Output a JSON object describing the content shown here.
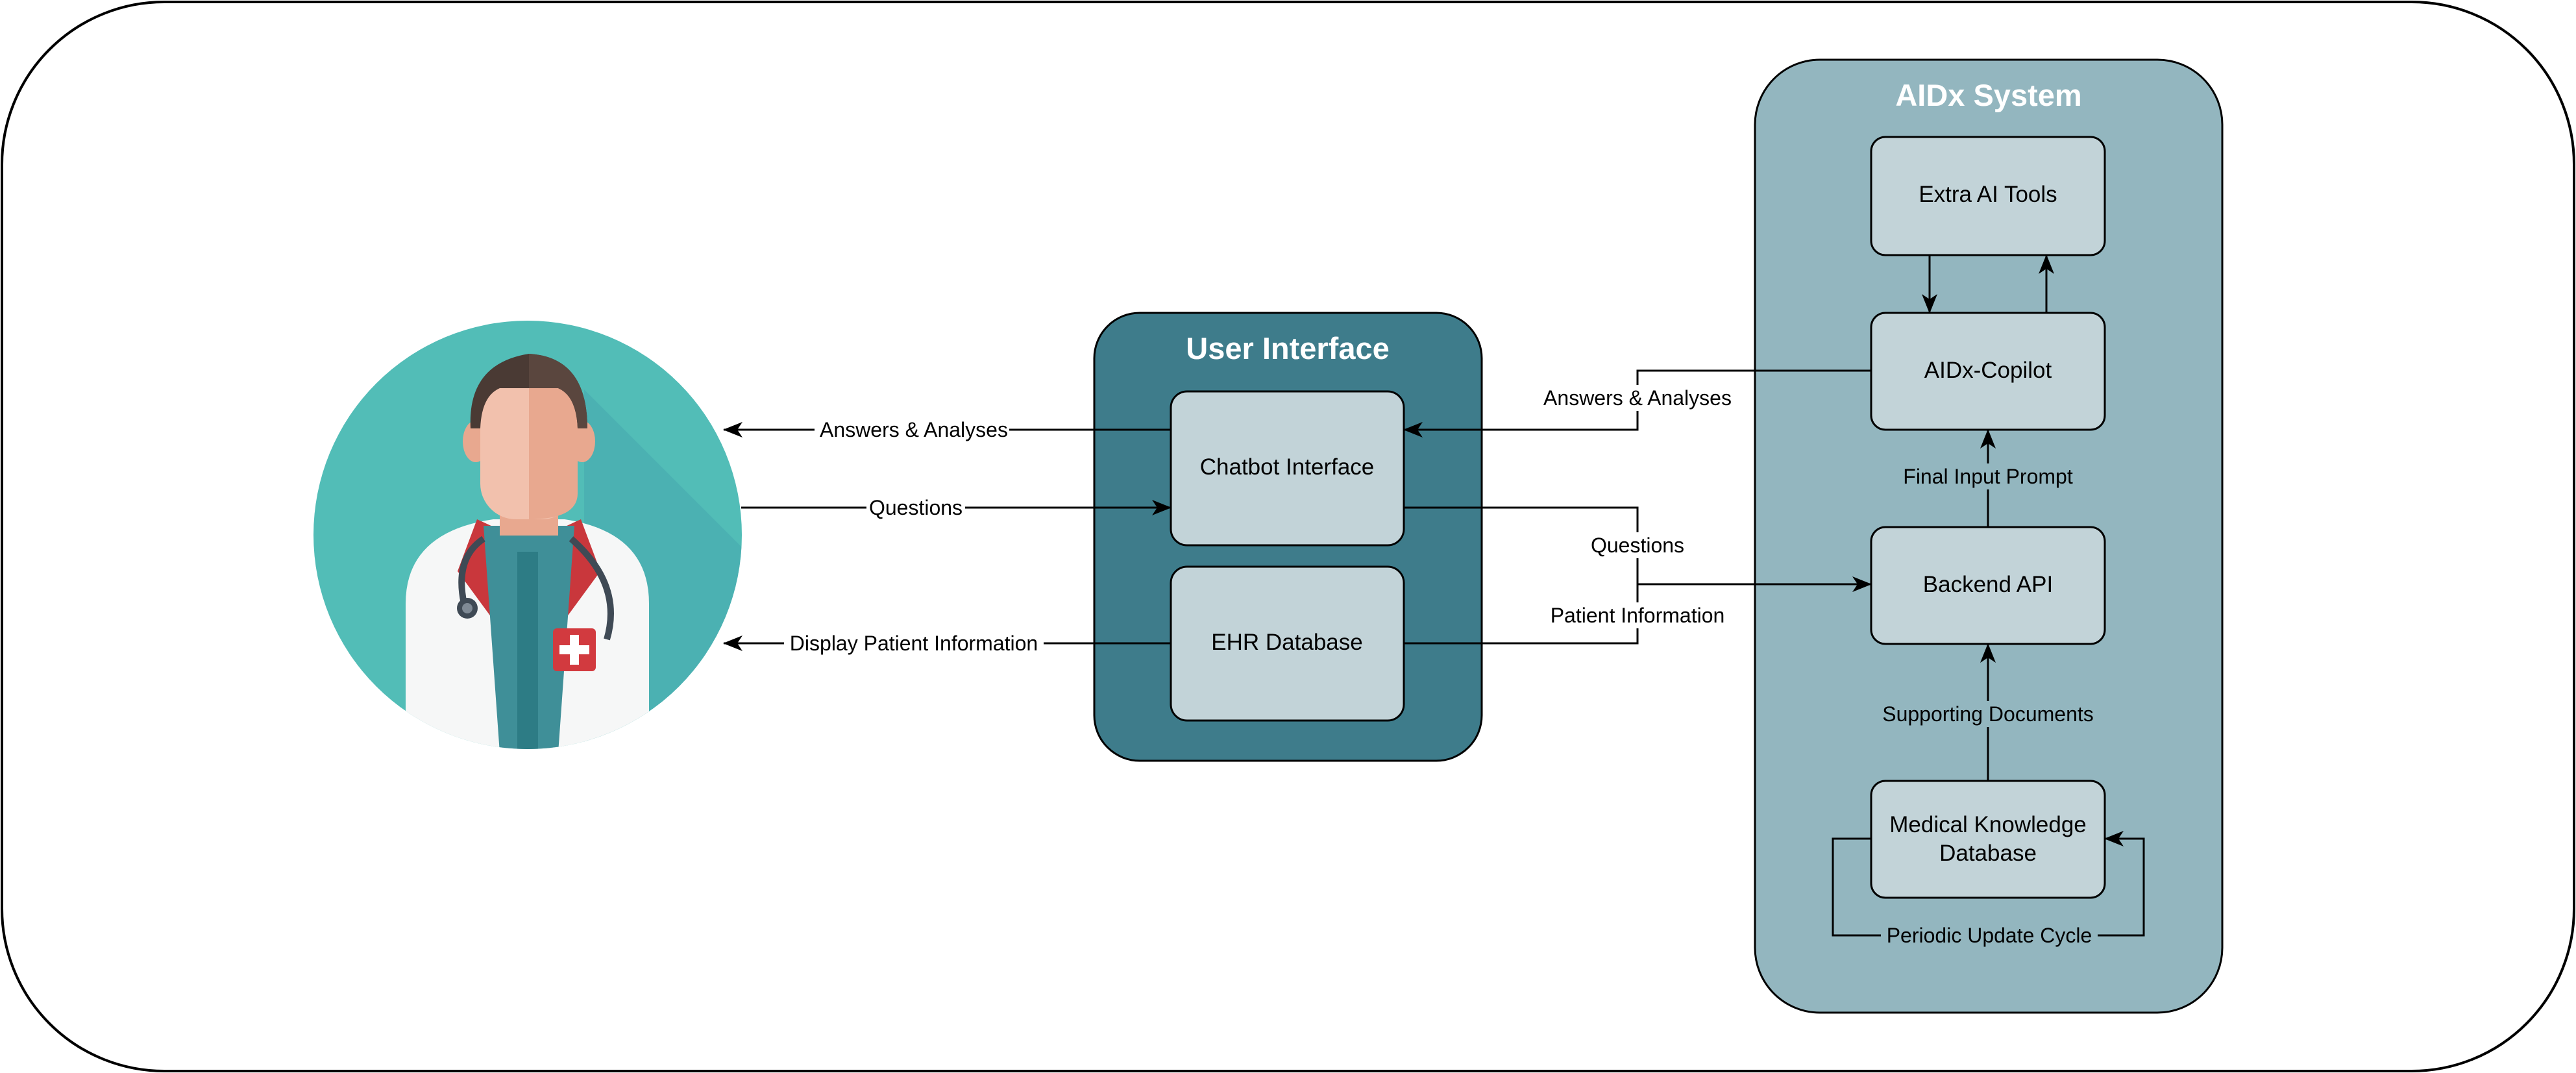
{
  "groups": {
    "user_interface": {
      "title": "User Interface"
    },
    "aidx_system": {
      "title": "AIDx System"
    }
  },
  "nodes": {
    "chatbot_interface": "Chatbot Interface",
    "ehr_database": "EHR Database",
    "extra_ai_tools": "Extra AI Tools",
    "aidx_copilot": "AIDx-Copilot",
    "backend_api": "Backend API",
    "medical_knowledge_db": {
      "line1": "Medical Knowledge",
      "line2": "Database"
    }
  },
  "edges": {
    "answers_to_doctor": "Answers & Analyses",
    "questions_from_doctor": "Questions",
    "display_patient_info": "Display Patient Information",
    "answers_from_copilot": "Answers & Analyses",
    "questions_to_backend": "Questions",
    "patient_info_to_backend": "Patient Information",
    "final_input_prompt": "Final Input Prompt",
    "supporting_documents": "Supporting Documents",
    "periodic_update_cycle": "Periodic Update Cycle"
  },
  "colors": {
    "ui_group": "#3e7c8b",
    "system_group": "#93b6bf",
    "inner_box": "#c2d3d8",
    "avatar_circle": "#52bdb7",
    "outer_border": "#000000"
  },
  "icons": {
    "doctor": "doctor-avatar-icon"
  }
}
